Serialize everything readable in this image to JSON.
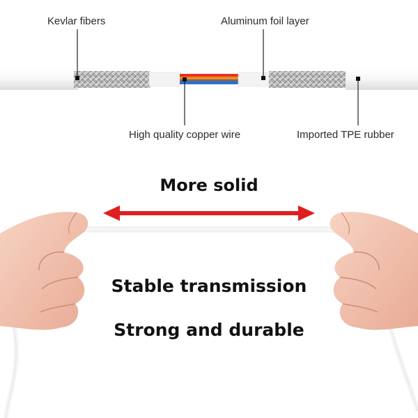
{
  "callouts": {
    "kevlar": "Kevlar fibers",
    "aluminum": "Aluminum foil layer",
    "copper": "High quality copper wire",
    "tpe": "Imported TPE rubber"
  },
  "headlines": {
    "more_solid": "More solid",
    "stable": "Stable transmission",
    "strong": "Strong and durable"
  },
  "colors": {
    "arrow": "#e01e1e",
    "wire_red": "#e8321e",
    "wire_blue": "#2d6fd4",
    "wire_orange": "#f08a1c",
    "skin": "#f2c4b0",
    "cable_white": "#f4f4f4"
  }
}
